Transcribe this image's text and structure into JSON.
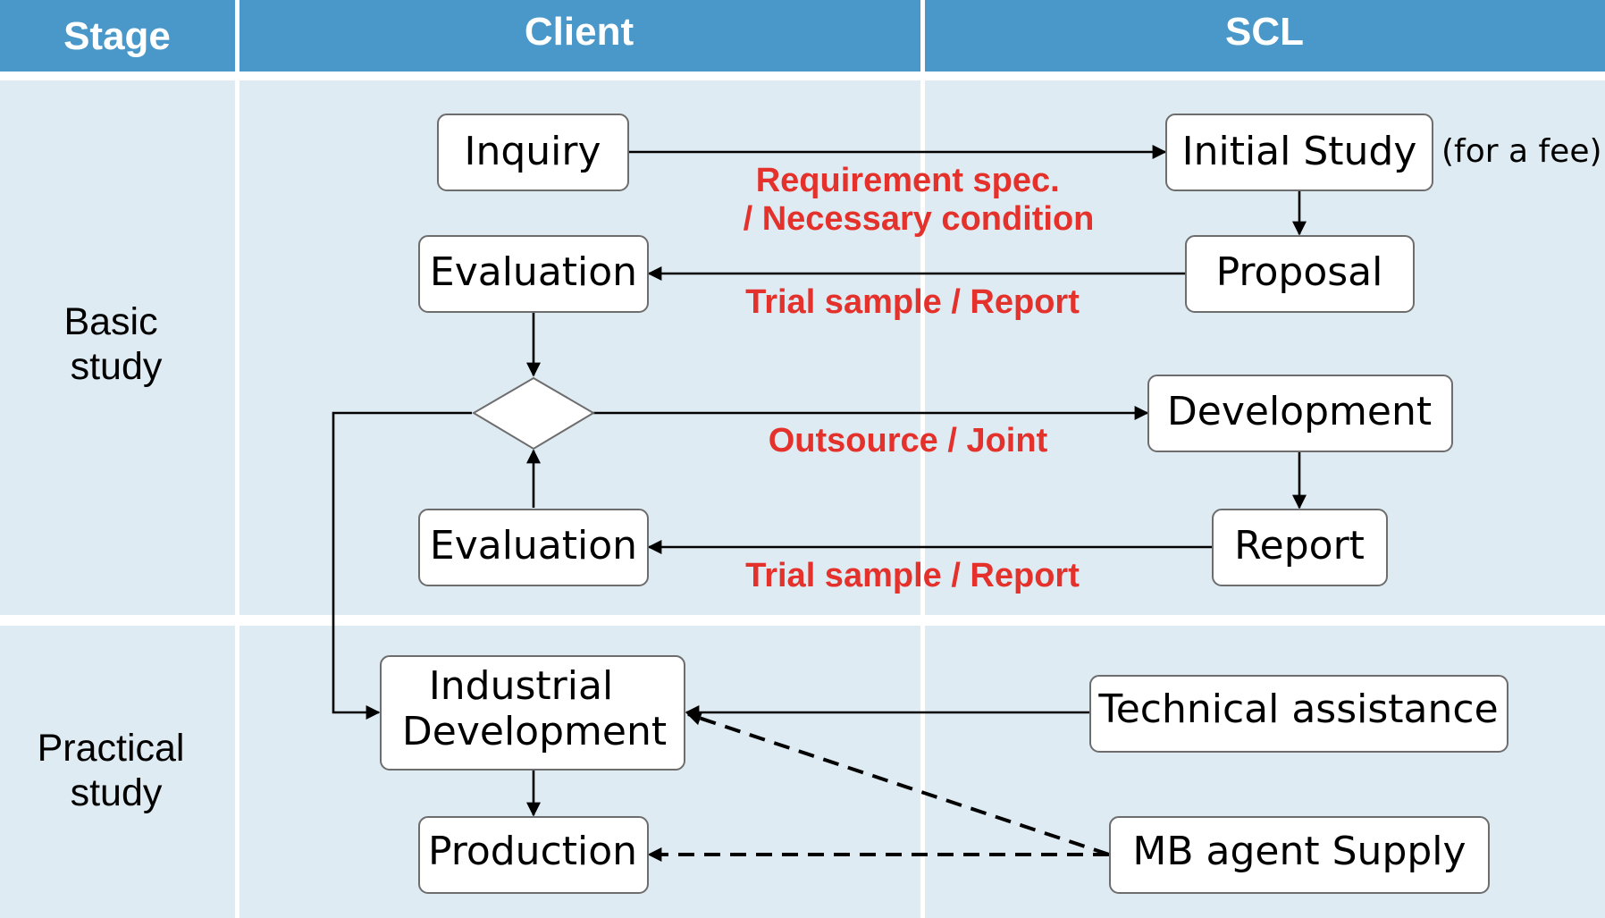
{
  "header": {
    "stage_label": "Stage",
    "client_label": "Client",
    "scl_label": "SCL"
  },
  "stages": {
    "basic": [
      "Basic",
      "study"
    ],
    "practical": [
      "Practical",
      "study"
    ]
  },
  "colors": {
    "header_bg": "#4a98c9",
    "lane_bg": "#deebf2",
    "separator": "#ffffff",
    "edge_label": "#e5312b",
    "node_border": "#6d6d6d"
  },
  "nodes": {
    "inquiry": "Inquiry",
    "initial_study": "Initial Study",
    "initial_study_note": "(for a fee)",
    "proposal": "Proposal",
    "evaluation_1": "Evaluation",
    "decision": "",
    "development": "Development",
    "report": "Report",
    "evaluation_2": "Evaluation",
    "industrial_development": [
      "Industrial",
      "Development"
    ],
    "technical_assistance": "Technical assistance",
    "production": "Production",
    "mb_agent_supply": "MB agent Supply"
  },
  "edge_labels": {
    "requirement": [
      "Requirement spec.",
      "/ Necessary condition"
    ],
    "trial_1": "Trial sample / Report",
    "outsource": "Outsource / Joint",
    "trial_2": "Trial sample / Report"
  },
  "edges": [
    {
      "from": "inquiry",
      "to": "initial_study",
      "style": "solid",
      "label": "requirement"
    },
    {
      "from": "initial_study",
      "to": "proposal",
      "style": "solid"
    },
    {
      "from": "proposal",
      "to": "evaluation_1",
      "style": "solid",
      "label": "trial_1"
    },
    {
      "from": "evaluation_1",
      "to": "decision",
      "style": "solid"
    },
    {
      "from": "decision",
      "to": "development",
      "style": "solid",
      "label": "outsource"
    },
    {
      "from": "development",
      "to": "report",
      "style": "solid"
    },
    {
      "from": "report",
      "to": "evaluation_2",
      "style": "solid",
      "label": "trial_2"
    },
    {
      "from": "evaluation_2",
      "to": "decision",
      "style": "solid"
    },
    {
      "from": "decision",
      "to": "industrial_development",
      "style": "solid"
    },
    {
      "from": "technical_assistance",
      "to": "industrial_development",
      "style": "solid"
    },
    {
      "from": "industrial_development",
      "to": "production",
      "style": "solid"
    },
    {
      "from": "mb_agent_supply",
      "to": "industrial_development",
      "style": "dashed"
    },
    {
      "from": "mb_agent_supply",
      "to": "production",
      "style": "dashed"
    }
  ]
}
